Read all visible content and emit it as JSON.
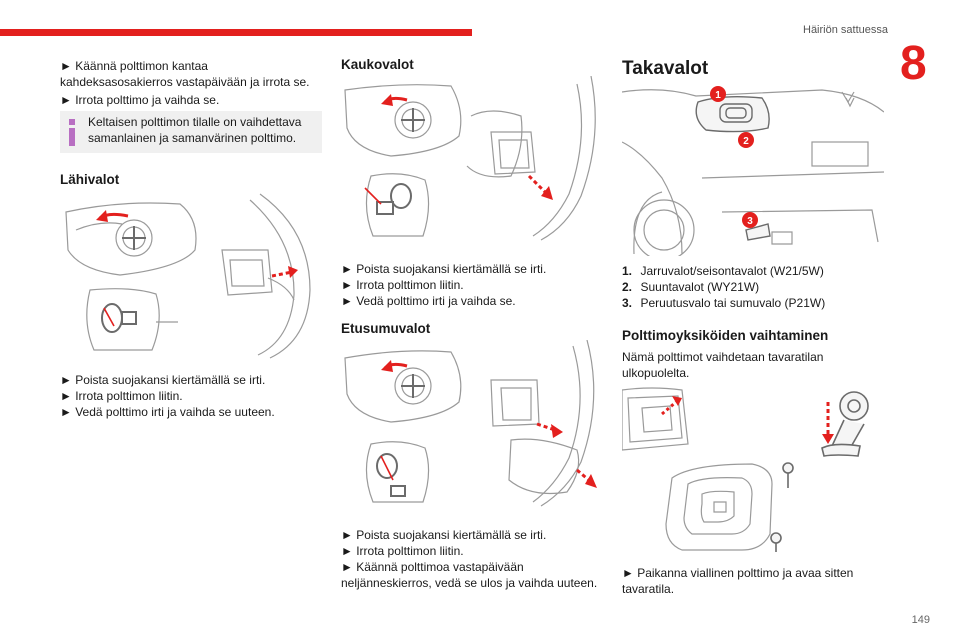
{
  "header": {
    "section": "Häiriön sattuessa",
    "chapter": "8",
    "page": "149"
  },
  "col1": {
    "intro": [
      "► Käännä polttimon kantaa kahdeksasosakierros vastapäivään ja irrota se.",
      "► Irrota polttimo ja vaihda se."
    ],
    "info": "Keltaisen polttimon tilalle on vaihdettava samanlainen ja samanvärinen polttimo.",
    "lowbeam_title": "Lähivalot",
    "lowbeam_steps": [
      "► Poista suojakansi kiertämällä se irti.",
      "► Irrota polttimon liitin.",
      "► Vedä polttimo irti ja vaihda se uuteen."
    ]
  },
  "col2": {
    "highbeam_title": "Kaukovalot",
    "highbeam_steps": [
      "► Poista suojakansi kiertämällä se irti.",
      "► Irrota polttimon liitin.",
      "► Vedä polttimo irti ja vaihda se."
    ],
    "fog_title": "Etusumuvalot",
    "fog_steps": [
      "► Poista suojakansi kiertämällä se irti.",
      "► Irrota polttimon liitin.",
      "► Käännä polttimoa vastapäivään neljänneskierros, vedä se ulos ja vaihda uuteen."
    ]
  },
  "col3": {
    "title": "Takavalot",
    "callouts": [
      "1",
      "2",
      "3"
    ],
    "legend": [
      {
        "num": "1.",
        "text": "Jarruvalot/seisontavalot (W21/5W)"
      },
      {
        "num": "2.",
        "text": "Suuntavalot (WY21W)"
      },
      {
        "num": "3.",
        "text": "Peruutusvalo tai sumuvalo (P21W)"
      }
    ],
    "replace_title": "Polttimoyksiköiden vaihtaminen",
    "replace_text": "Nämä polttimot vaihdetaan tavaratilan ulkopuolelta.",
    "replace_step": "► Paikanna viallinen polttimo ja avaa sitten tavaratila."
  },
  "colors": {
    "accent": "#e3201e",
    "info_bg": "#f0f0f0",
    "line": "#9a9a9a"
  }
}
